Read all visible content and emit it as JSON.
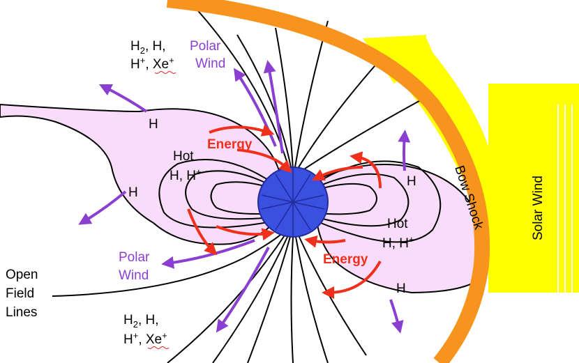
{
  "labels": {
    "ions_top_line1": "H",
    "ions_top_sub2": "2",
    "ions_top_line1_rest": ", H,",
    "ions_top_line2_h": "H",
    "ions_top_line2_plus": "+",
    "ions_top_line2_xe": ", Xe",
    "ions_top_line2_xeplus": "+",
    "polar_wind_top_1": "Polar",
    "polar_wind_top_2": "Wind",
    "h_upper_tail": "H",
    "h_lower_tail": "H",
    "hot_left_1": "Hot",
    "hot_left_2": "H, H",
    "hot_left_2_sup": "+",
    "energy_top": "Energy",
    "energy_bottom": "Energy",
    "h_right_top": "H",
    "h_right_bottom": "H",
    "hot_right_1": "Hot",
    "hot_right_2": "H, H",
    "hot_right_2_sup": "+",
    "polar_wind_bottom_1": "Polar",
    "polar_wind_bottom_2": "Wind",
    "open_field_1": "Open",
    "open_field_2": "Field",
    "open_field_3": "Lines",
    "ions_bottom_line1": "H",
    "ions_bottom_sub2": "2",
    "ions_bottom_line1_rest": ", H,",
    "ions_bottom_line2_h": "H",
    "ions_bottom_line2_plus": "+",
    "ions_bottom_line2_xe": ", Xe",
    "ions_bottom_line2_xeplus": "+",
    "bow_shock": "Bow Shock",
    "solar_wind": "Solar Wind"
  },
  "colors": {
    "bow_shock": "#f7941d",
    "solar_wind": "#ffff00",
    "planet": "#3b4fe0",
    "tail_fill": "#f9dcf9",
    "polar_wind_arrows": "#8a3fd1",
    "energy_arrows": "#f0301c"
  }
}
